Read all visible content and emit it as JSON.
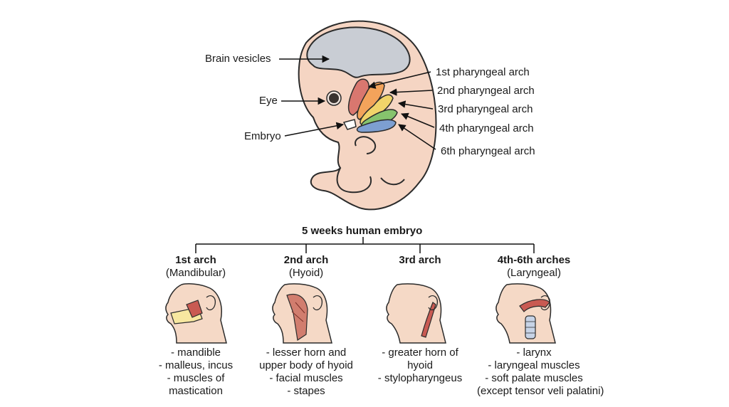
{
  "diagram": {
    "labels": {
      "brain_vesicles": "Brain vesicles",
      "eye": "Eye",
      "embryo": "Embryo",
      "arch1": "1st pharyngeal arch",
      "arch2": "2nd pharyngeal arch",
      "arch3": "3rd pharyngeal arch",
      "arch4": "4th pharyngeal arch",
      "arch6": "6th pharyngeal arch"
    },
    "title": "5 weeks human embryo",
    "arch_colors": {
      "arch1": "#d9776f",
      "arch2": "#f3a35b",
      "arch3": "#f1d46a",
      "arch4": "#86c36d",
      "arch6": "#7d9fd1"
    },
    "columns": [
      {
        "title": "1st arch",
        "subtitle": "(Mandibular)",
        "items": [
          "- mandible",
          "- malleus, incus",
          "- muscles of",
          "mastication"
        ]
      },
      {
        "title": "2nd arch",
        "subtitle": "(Hyoid)",
        "items": [
          "- lesser horn and",
          "upper body of hyoid",
          "- facial muscles",
          "- stapes"
        ]
      },
      {
        "title": "3rd arch",
        "subtitle": "",
        "items": [
          "- greater horn of",
          "hyoid",
          "- stylopharyngeus"
        ]
      },
      {
        "title": "4th-6th arches",
        "subtitle": "(Laryngeal)",
        "items": [
          "- larynx",
          "- laryngeal muscles",
          "- soft palate muscles",
          "(except tensor veli palatini)"
        ]
      }
    ]
  }
}
